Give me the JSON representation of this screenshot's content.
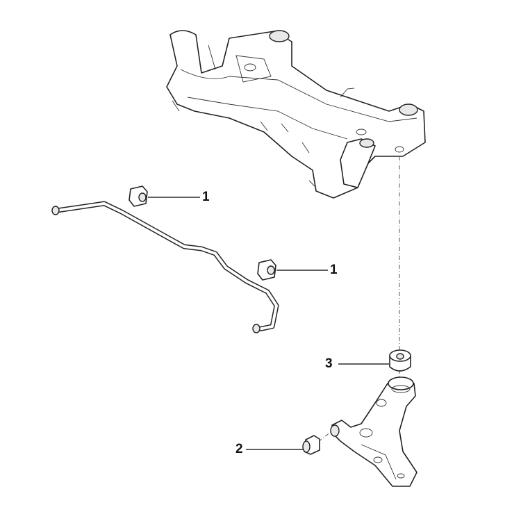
{
  "callouts": [
    {
      "number": "1",
      "part": "stabilizer-bushing-upper"
    },
    {
      "number": "1",
      "part": "stabilizer-bushing-lower"
    },
    {
      "number": "3",
      "part": "control-arm-rear-bushing"
    },
    {
      "number": "2",
      "part": "control-arm-front-bushing"
    }
  ]
}
